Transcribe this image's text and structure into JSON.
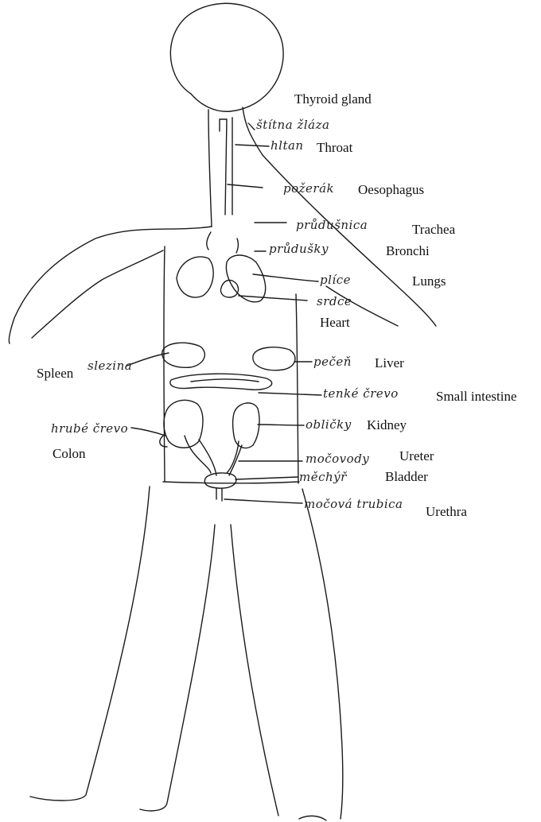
{
  "labels": {
    "thyroid_gland": "Thyroid gland",
    "throat": "Throat",
    "oesophagus": "Oesophagus",
    "trachea": "Trachea",
    "bronchi": "Bronchi",
    "lungs": "Lungs",
    "heart": "Heart",
    "spleen": "Spleen",
    "liver": "Liver",
    "small_intestine": "Small intestine",
    "kidney": "Kidney",
    "colon": "Colon",
    "ureter": "Ureter",
    "bladder": "Bladder",
    "urethra": "Urethra"
  },
  "handwritten": {
    "thyroid_gland": "štítna žláza",
    "throat": "hltan",
    "oesophagus": "požerák",
    "trachea": "průdušnica",
    "bronchi": "průdušky",
    "lungs": "plíce",
    "heart": "srdce",
    "spleen": "slezina",
    "liver": "pečeň",
    "small_intestine": "tenké črevo",
    "kidney": "obličky",
    "colon": "hrubé črevo",
    "ureter": "močovody",
    "bladder": "měchýř",
    "urethra": "močová trubica"
  },
  "colors": {
    "ink": "#1a1a1a",
    "paper": "#ffffff"
  }
}
